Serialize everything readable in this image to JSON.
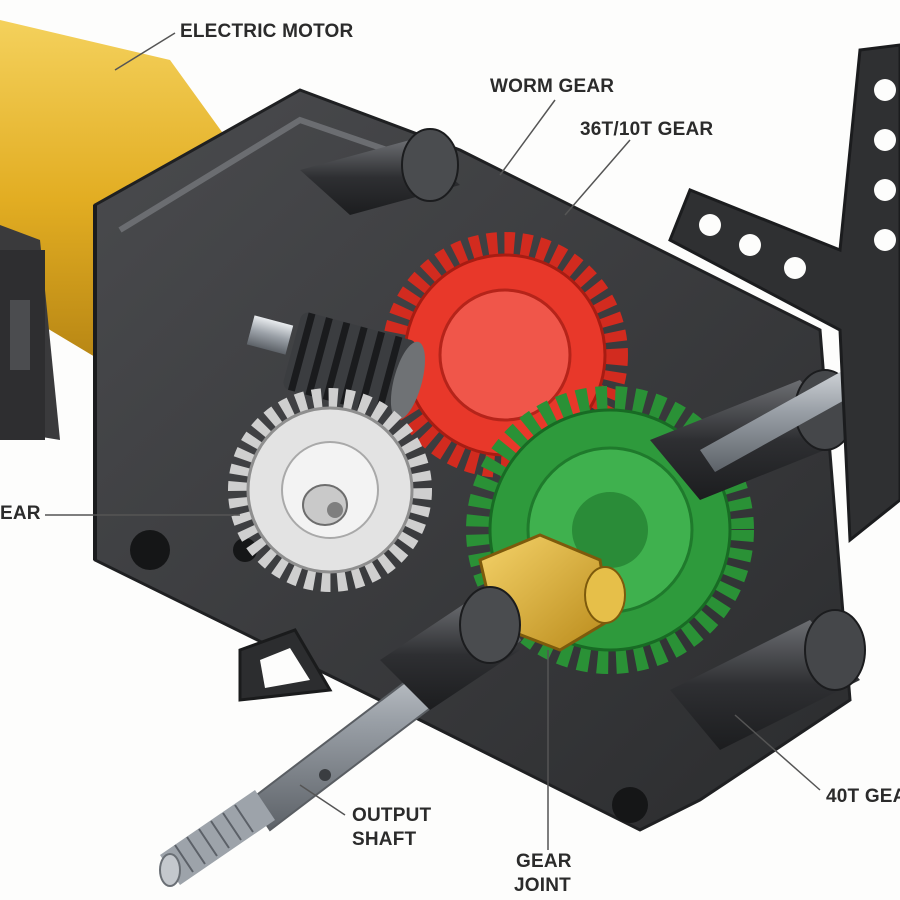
{
  "labels": {
    "electric_motor": "ELECTRIC MOTOR",
    "worm_gear": "WORM GEAR",
    "gear_36t_10t": "36T/10T GEAR",
    "gear_left_partial": "EAR",
    "output_shaft_line1": "OUTPUT",
    "output_shaft_line2": "SHAFT",
    "gear_joint_line1": "GEAR",
    "gear_joint_line2": "JOINT",
    "gear_40t_partial": "40T GEA"
  },
  "colors": {
    "motor_body": "#e8b82a",
    "gearbox_frame": "#3a3b3d",
    "gear_36t": "#e8382a",
    "gear_40t": "#2e9a3c",
    "gear_small": "#d8d8d8",
    "gear_joint": "#e2b43a",
    "shaft": "#b8bcc2"
  },
  "icons": [
    "electric-motor",
    "worm-gear",
    "spur-gear",
    "output-shaft",
    "gear-joint",
    "mounting-arm"
  ]
}
